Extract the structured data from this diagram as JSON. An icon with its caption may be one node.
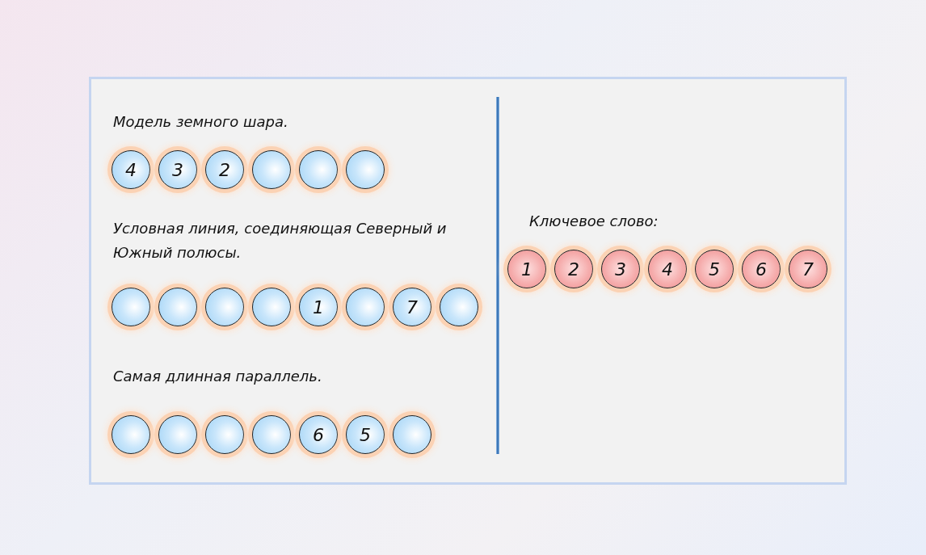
{
  "diagram": {
    "nodes": [
      {
        "text": [
          "4"
        ]
      },
      {
        "text": [
          "3"
        ]
      },
      {
        "text": [
          "2"
        ]
      },
      {
        "text": [],
        "shape": "circle"
      },
      {
        "text": [],
        "shape": "circle"
      },
      {
        "text": [],
        "shape": "circle"
      },
      {
        "text": [],
        "shape": "circle"
      },
      {
        "text": [],
        "shape": "circle"
      },
      {
        "text": [],
        "shape": "circle"
      },
      {
        "text": [],
        "shape": "circle"
      },
      {
        "text": [
          "1"
        ]
      },
      {
        "text": [],
        "shape": "circle"
      },
      {
        "text": [
          "7"
        ]
      },
      {
        "text": [],
        "shape": "circle"
      },
      {
        "text": [],
        "shape": "circle"
      },
      {
        "text": [],
        "shape": "circle"
      },
      {
        "text": [],
        "shape": "circle"
      },
      {
        "text": [],
        "shape": "circle"
      },
      {
        "text": [
          "6"
        ]
      },
      {
        "text": [
          "5"
        ]
      },
      {
        "text": [],
        "shape": "circle"
      },
      {
        "text": [
          "1"
        ]
      },
      {
        "text": [
          "2"
        ]
      },
      {
        "text": [
          "3"
        ]
      },
      {
        "text": [
          "4"
        ]
      },
      {
        "text": [
          "5"
        ]
      },
      {
        "text": [
          "6"
        ]
      },
      {
        "text": [
          "7"
        ]
      }
    ],
    "labels": [
      "Модель земного шара.",
      "Условная линия, соединяющая Северный и Южный полюсы.",
      "Самая длинная параллель.",
      "Ключевое слово:"
    ]
  }
}
